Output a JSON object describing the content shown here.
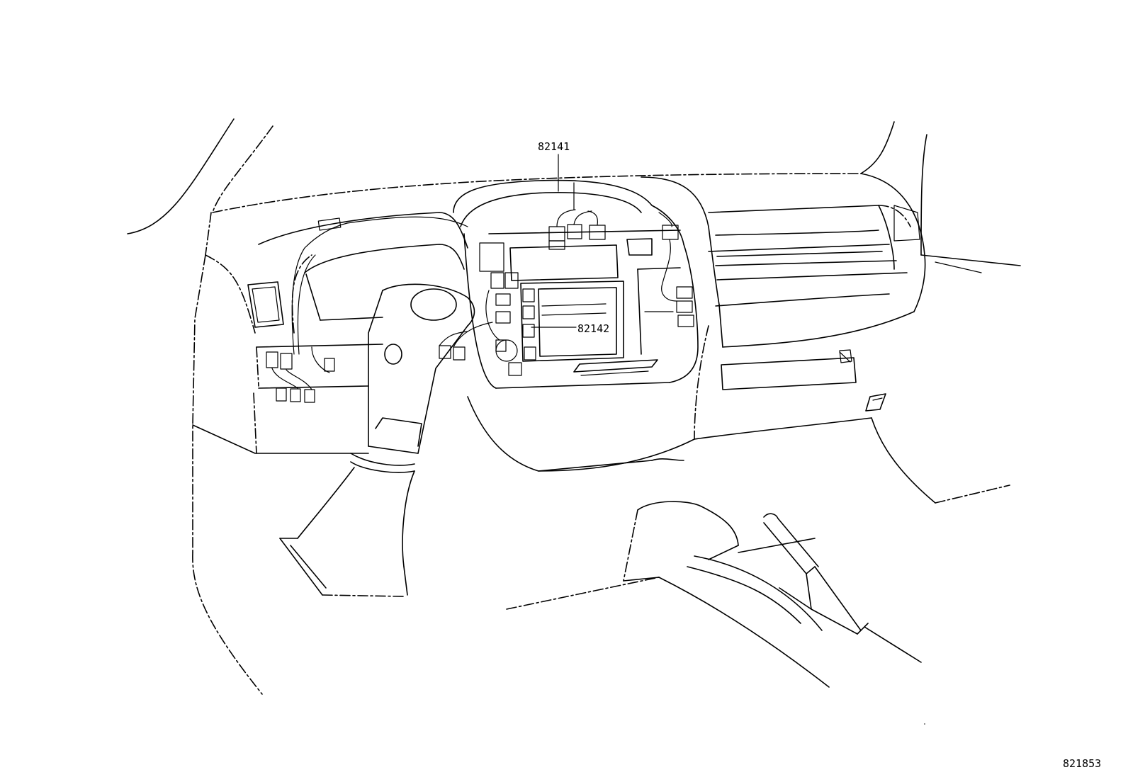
{
  "callouts": [
    {
      "id": "callout-82141",
      "label": "82141"
    },
    {
      "id": "callout-82142",
      "label": "82142"
    }
  ],
  "figure_code": "821853"
}
